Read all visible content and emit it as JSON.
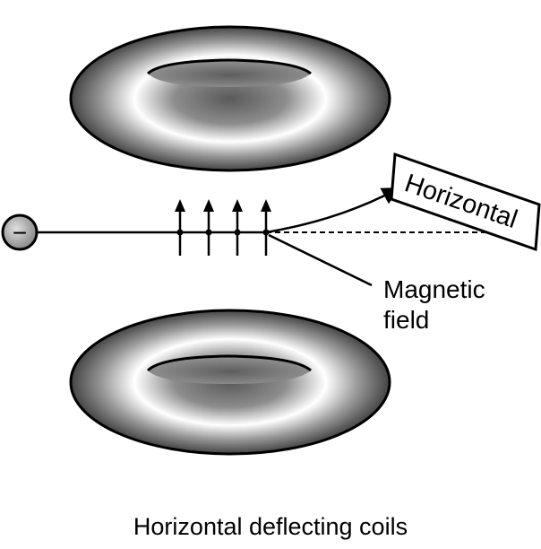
{
  "diagram": {
    "screen_label": "Horizontal",
    "field_label_line1": "Magnetic",
    "field_label_line2": "field",
    "caption": "Horizontal deflecting coils",
    "electron_symbol": "−",
    "field_arrow_count": 4
  },
  "colors": {
    "ink": "#000000",
    "coil_dark": "#4a4a4a",
    "coil_light": "#ffffff",
    "coil_hole": "#6f6f6f",
    "electron_fill": "#a8a8a8"
  }
}
